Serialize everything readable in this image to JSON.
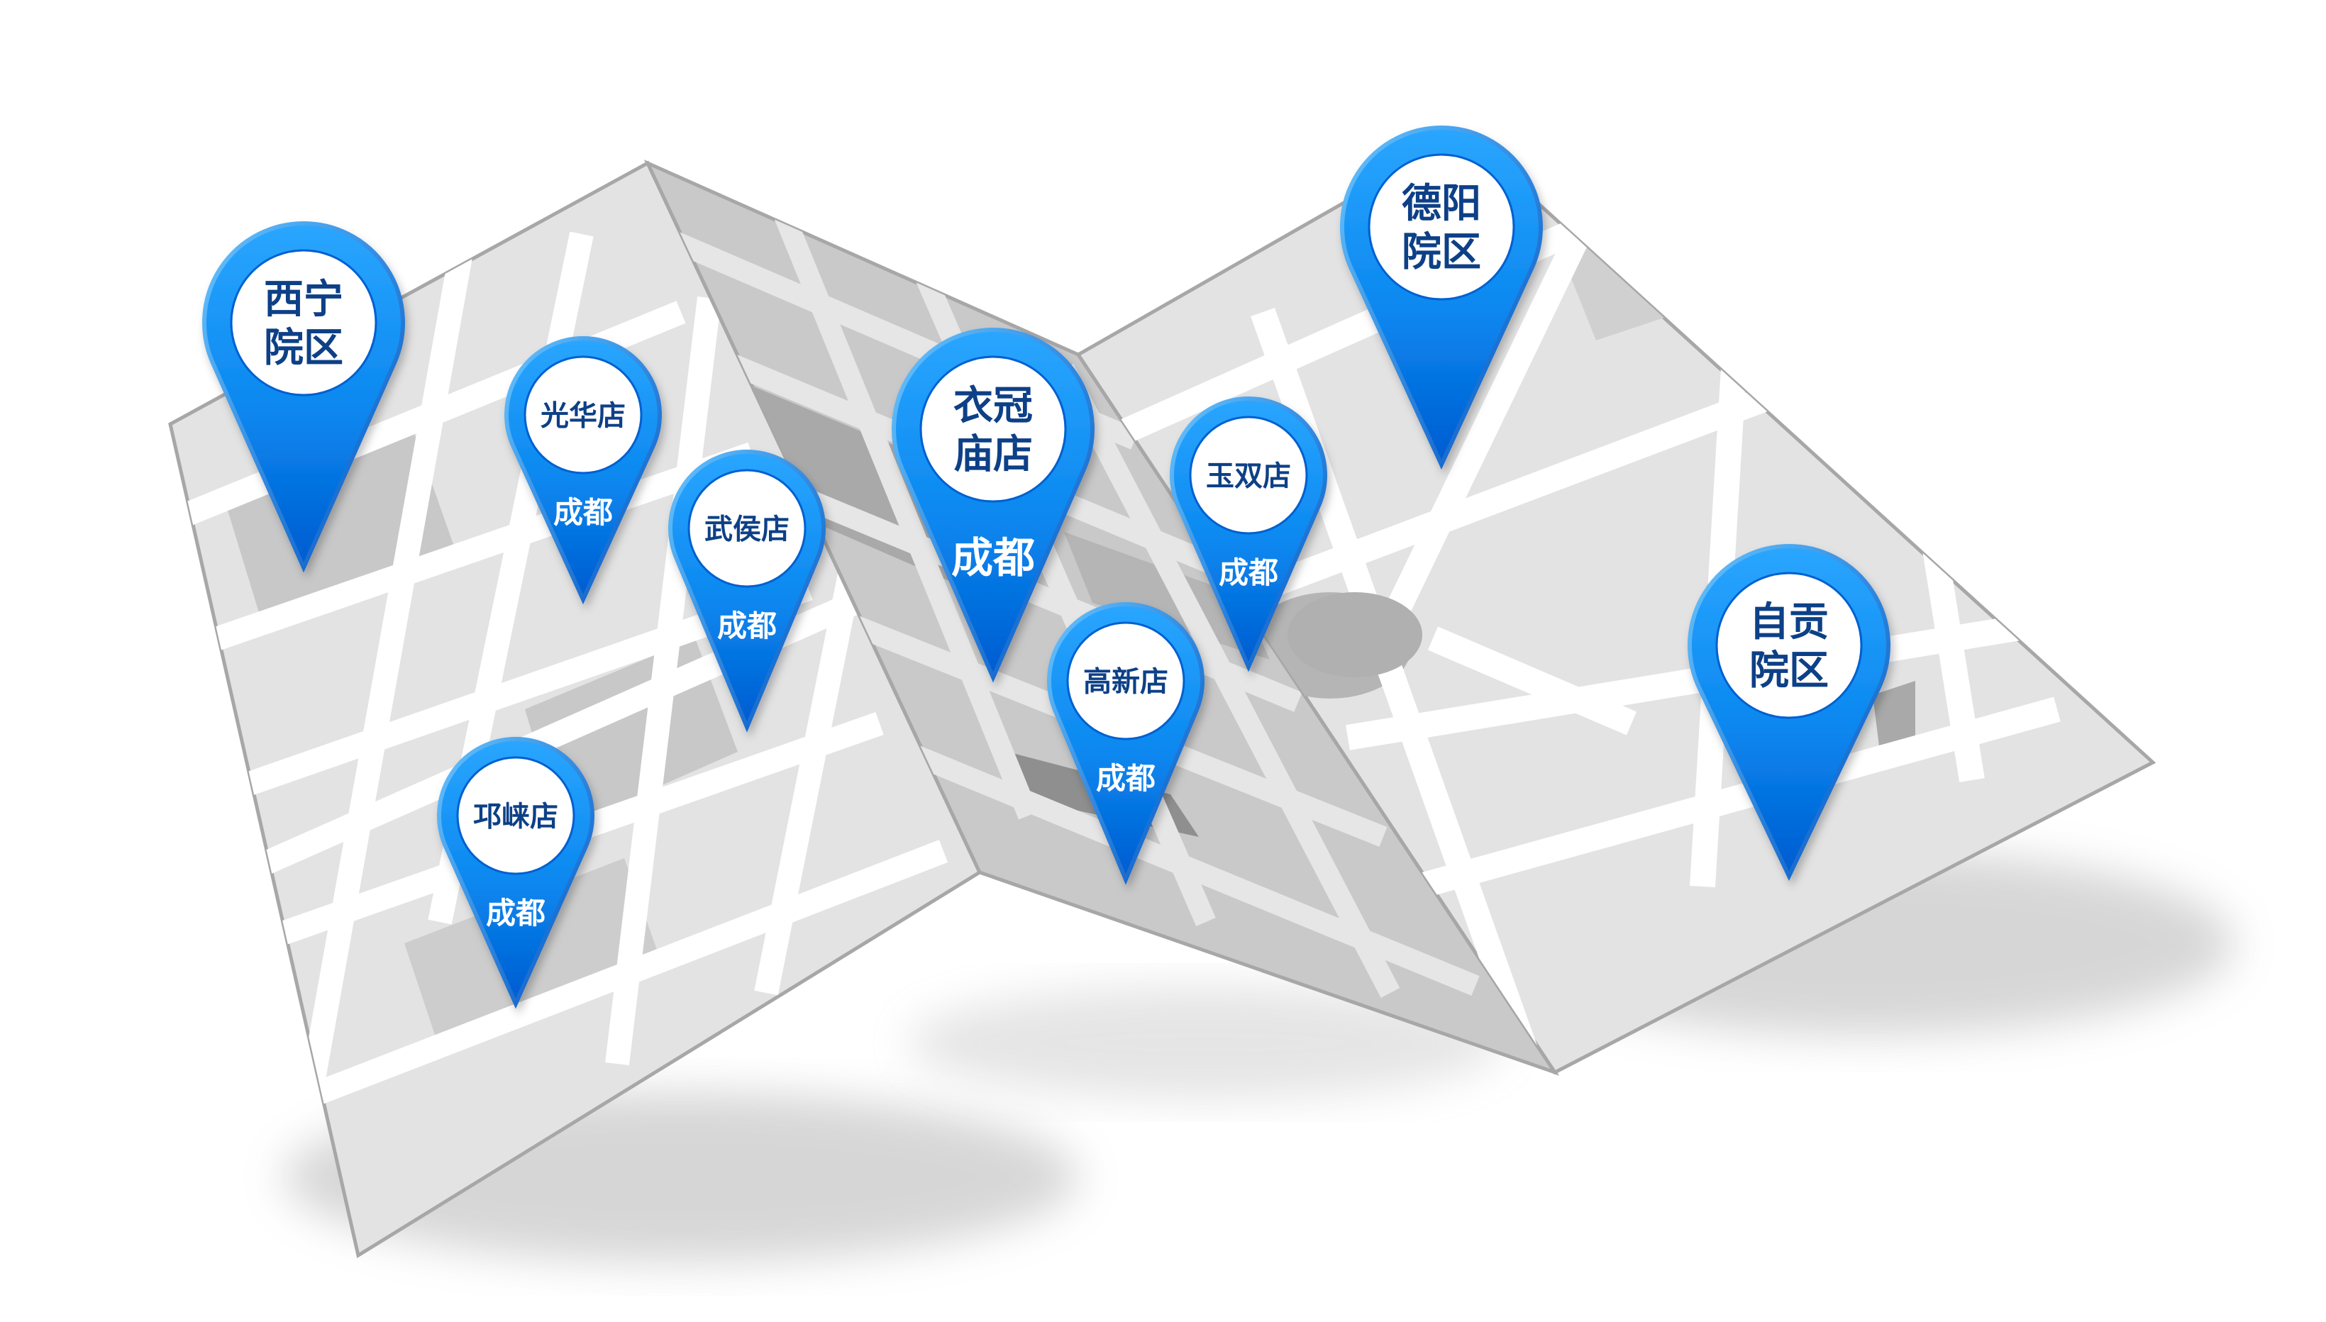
{
  "map": {
    "colors": {
      "background": "#ffffff",
      "panel_light": "#e3e3e3",
      "panel_mid": "#d6d6d6",
      "panel_dark": "#c3c3c3",
      "roads": "#ffffff",
      "edge": "#a7a7a7",
      "pin_blue": "#0a87ef",
      "pin_blue_light": "#2aa6ff",
      "pin_blue_dark": "#005bd0",
      "label_navy": "#0d3f86"
    },
    "pins": [
      {
        "id": "xining",
        "name_lines": [
          "西宁",
          "院区"
        ],
        "city": "",
        "icon": "map-pin-icon"
      },
      {
        "id": "guanghua",
        "name_lines": [
          "光华店"
        ],
        "city": "成都",
        "icon": "map-pin-icon"
      },
      {
        "id": "wuhou",
        "name_lines": [
          "武侯店"
        ],
        "city": "成都",
        "icon": "map-pin-icon"
      },
      {
        "id": "qionglai",
        "name_lines": [
          "邛崃店"
        ],
        "city": "成都",
        "icon": "map-pin-icon"
      },
      {
        "id": "yiguanmiao",
        "name_lines": [
          "衣冠",
          "庙店"
        ],
        "city": "成都",
        "icon": "map-pin-icon"
      },
      {
        "id": "gaoxin",
        "name_lines": [
          "高新店"
        ],
        "city": "成都",
        "icon": "map-pin-icon"
      },
      {
        "id": "yushuang",
        "name_lines": [
          "玉双店"
        ],
        "city": "成都",
        "icon": "map-pin-icon"
      },
      {
        "id": "deyang",
        "name_lines": [
          "德阳",
          "院区"
        ],
        "city": "",
        "icon": "map-pin-icon"
      },
      {
        "id": "zigong",
        "name_lines": [
          "自贡",
          "院区"
        ],
        "city": "",
        "icon": "map-pin-icon"
      }
    ]
  }
}
